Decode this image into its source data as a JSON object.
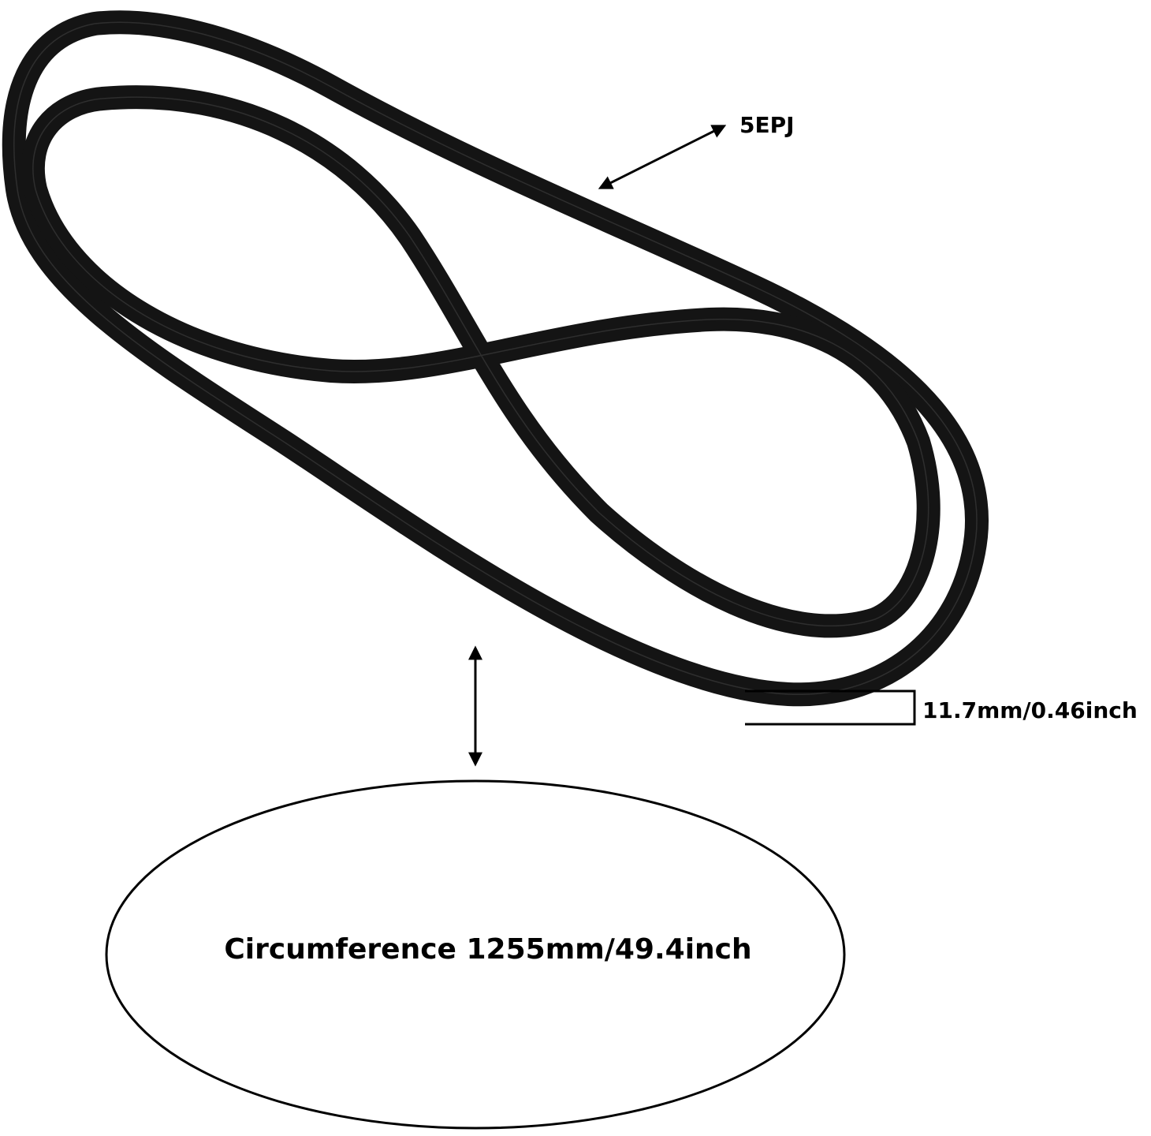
{
  "labels": {
    "rib_type": "5EPJ",
    "width": "11.7mm/0.46inch",
    "circumference": "Circumference 1255mm/49.4inch"
  },
  "colors": {
    "belt": "#141414",
    "belt_rib_line": "#2e2e2e",
    "annotation": "#000000",
    "background": "#ffffff"
  }
}
